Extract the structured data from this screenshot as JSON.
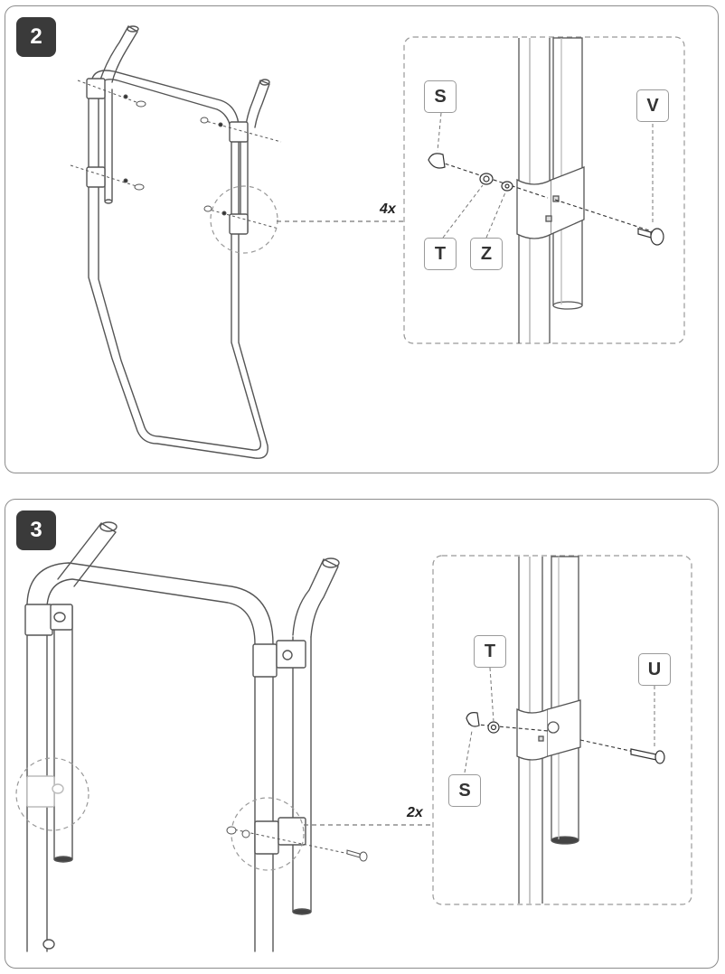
{
  "steps": [
    {
      "number": "2",
      "multiplier": "4x",
      "parts": [
        "S",
        "V",
        "T",
        "Z"
      ]
    },
    {
      "number": "3",
      "multiplier": "2x",
      "parts": [
        "T",
        "U",
        "S"
      ]
    }
  ]
}
